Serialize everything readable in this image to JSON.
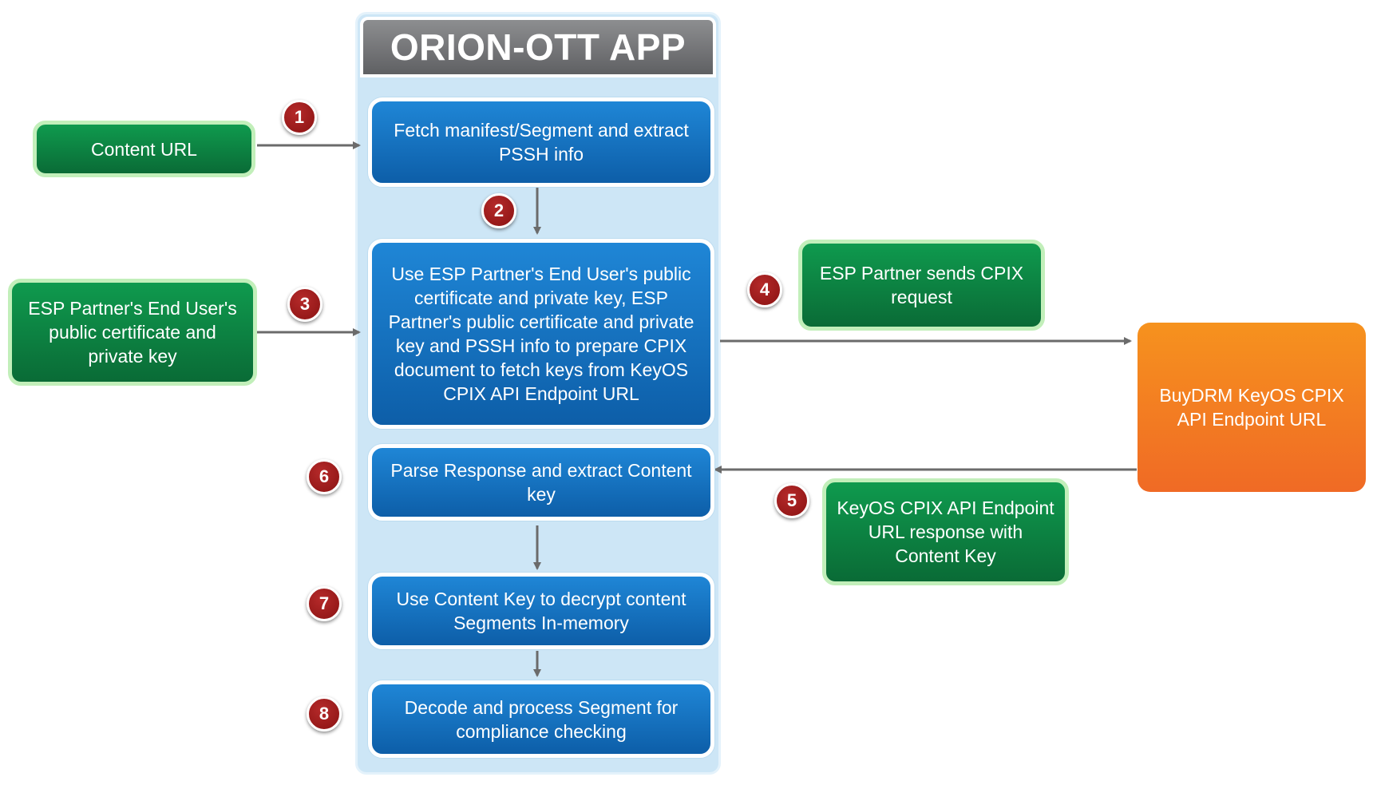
{
  "app": {
    "title": "ORION-OTT APP"
  },
  "steps": {
    "fetch": "Fetch manifest/Segment and extract PSSH info",
    "prepare_cpix": "Use ESP Partner's End User's public certificate and private key, ESP Partner's public certificate and private key and PSSH info to prepare CPIX document to fetch keys from KeyOS CPIX API Endpoint URL",
    "parse": "Parse Response and extract Content key",
    "decrypt": "Use Content Key to decrypt content Segments In-memory",
    "decode": "Decode and process Segment for compliance checking"
  },
  "inputs": {
    "content_url": "Content URL",
    "end_user_keys": "ESP Partner's End User's public certificate and private key",
    "cpix_request": "ESP Partner sends CPIX request",
    "cpix_response": "KeyOS CPIX API Endpoint URL response with Content Key"
  },
  "endpoint": {
    "label": "BuyDRM KeyOS CPIX API Endpoint URL"
  },
  "badges": [
    "1",
    "2",
    "3",
    "4",
    "5",
    "6",
    "7",
    "8"
  ],
  "colors": {
    "app_panel": "#cde6f6",
    "title_bar": "#6f7073",
    "step_box": "#1472c0",
    "input_box": "#0c8242",
    "endpoint": "#f37f22",
    "badge": "#9d1c1c",
    "arrow": "#6b6b6b"
  }
}
